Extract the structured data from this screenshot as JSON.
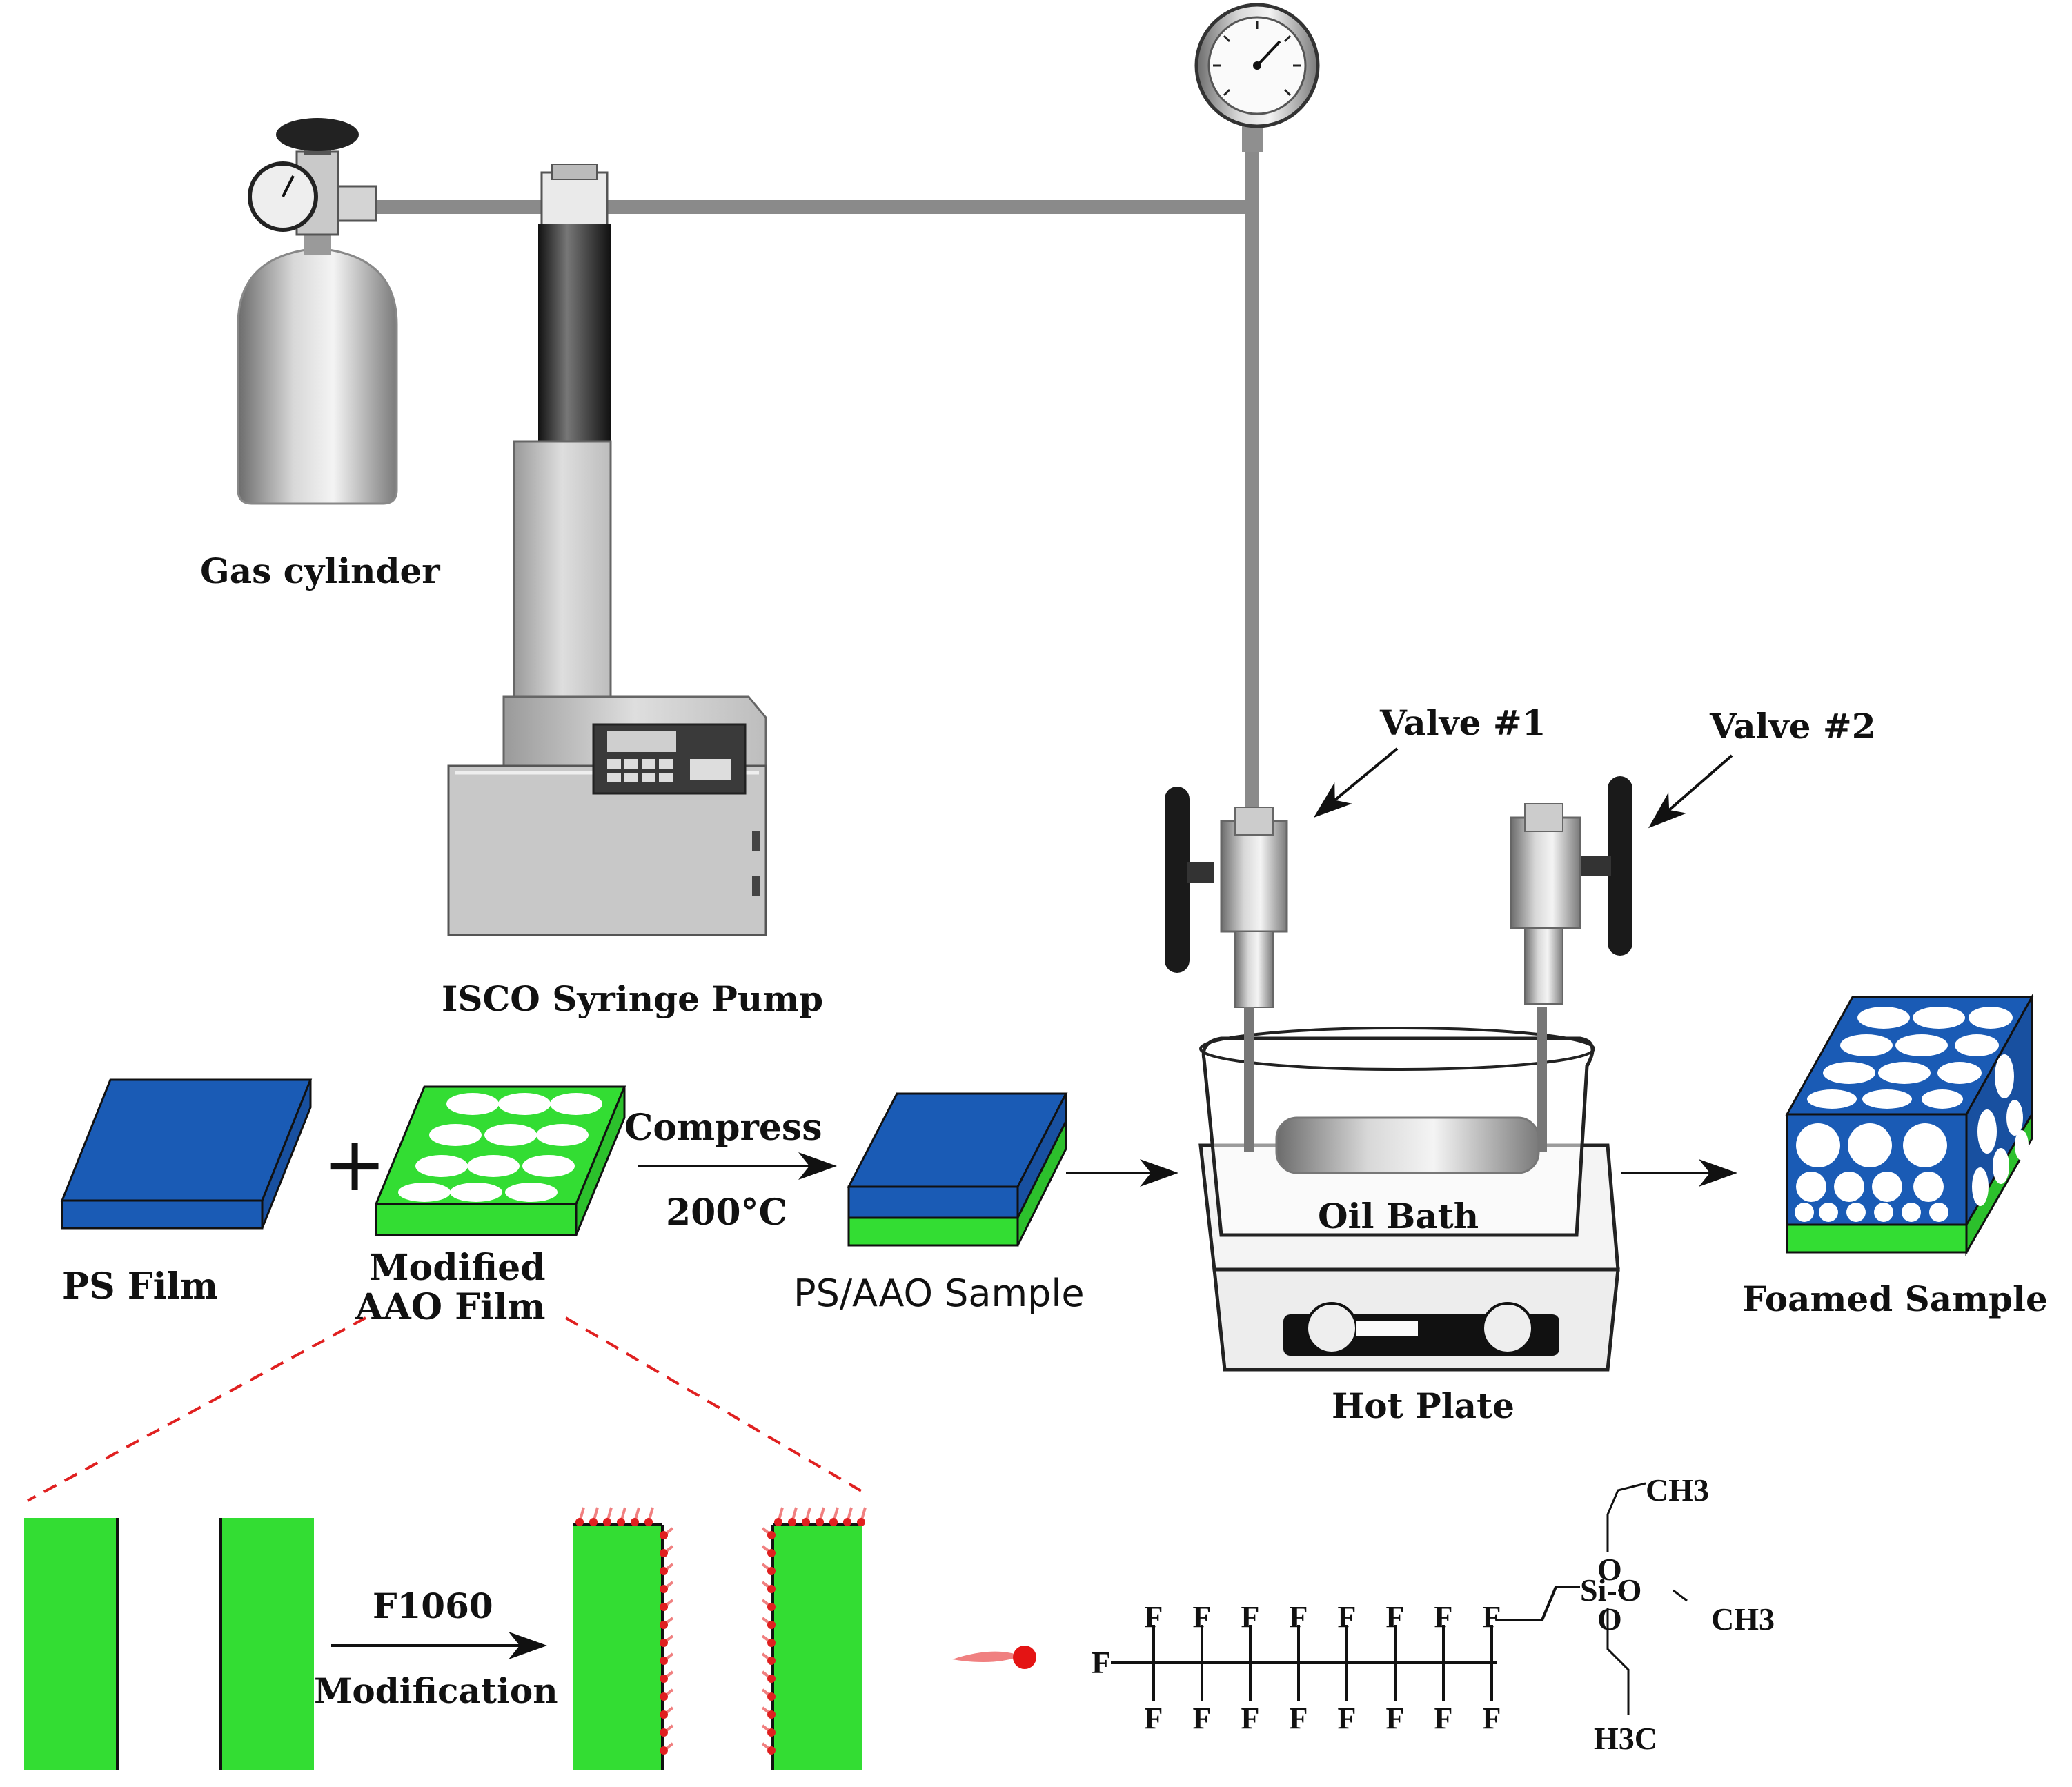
{
  "labels": {
    "gas_cylinder": "Gas cylinder",
    "syringe_pump": "ISCO Syringe Pump",
    "valve1": "Valve #1",
    "valve2": "Valve #2",
    "ps_film": "PS Film",
    "plus": "+",
    "modified_line1": "Modified",
    "modified_line2": "AAO Film",
    "compress": "Compress",
    "temperature": "200°C",
    "ps_aao_sample": "PS/AAO Sample",
    "oil_bath": "Oil Bath",
    "hot_plate": "Hot Plate",
    "foamed_sample": "Foamed Sample",
    "f1060": "F1060",
    "modification": "Modification"
  },
  "molecule": {
    "fluorine": "F",
    "silicon_group": "Si-O",
    "oxygen": "O",
    "ch3_top": "CH3",
    "ch3_right": "CH3",
    "h3c_bottom": "H3C"
  },
  "colors": {
    "film_blue": "#1a5bb5",
    "film_green": "#33dd33",
    "pipe_gray": "#8a8a8a",
    "zoom_red": "#e02020"
  }
}
